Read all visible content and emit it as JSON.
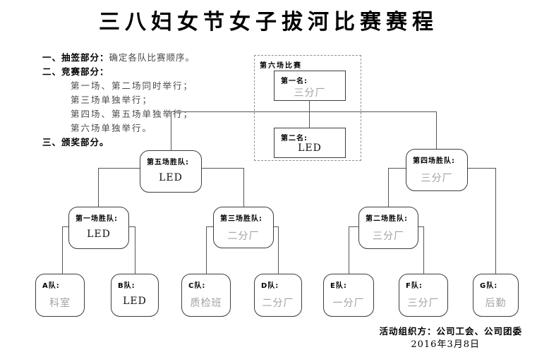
{
  "title": "三八妇女节女子拔河比赛赛程",
  "instructions": {
    "item1": {
      "label": "一、抽签部分：",
      "text": "确定各队比赛顺序。"
    },
    "item2": {
      "label": "二、竞赛部分："
    },
    "sublines": [
      "第一场、第二场同时举行；",
      "第三场单独举行；",
      "第四场、第五场单独举行；",
      "第六场单独举行。"
    ],
    "item3": {
      "label": "三、颁奖部分。"
    }
  },
  "final_match": {
    "container_label": "第六场比赛",
    "first_place": {
      "label": "第一名:",
      "value": "三分厂",
      "value_color": "#a2a2a2"
    },
    "second_place": {
      "label": "第二名:",
      "value": "LED",
      "value_color": "#111111"
    }
  },
  "matches": {
    "match5": {
      "label": "第五场胜队:",
      "value": "LED",
      "value_color": "#111111"
    },
    "match4": {
      "label": "第四场胜队:",
      "value": "三分厂",
      "value_color": "#a2a2a2"
    },
    "match1": {
      "label": "第一场胜队:",
      "value": "LED",
      "value_color": "#111111"
    },
    "match3": {
      "label": "第三场胜队:",
      "value": "二分厂",
      "value_color": "#a2a2a2"
    },
    "match2": {
      "label": "第二场胜队:",
      "value": "三分厂",
      "value_color": "#a2a2a2"
    }
  },
  "teams": [
    {
      "label": "A队:",
      "value": "科室",
      "value_color": "#a2a2a2"
    },
    {
      "label": "B队:",
      "value": "LED",
      "value_color": "#111111"
    },
    {
      "label": "C队:",
      "value": "质检班",
      "value_color": "#a2a2a2"
    },
    {
      "label": "D队:",
      "value": "二分厂",
      "value_color": "#a2a2a2"
    },
    {
      "label": "E队:",
      "value": "一分厂",
      "value_color": "#a2a2a2"
    },
    {
      "label": "F队:",
      "value": "三分厂",
      "value_color": "#a2a2a2"
    },
    {
      "label": "G队:",
      "value": "后勤",
      "value_color": "#a2a2a2"
    }
  ],
  "footer": {
    "organizer_label": "活动组织方：",
    "organizer_value": "公司工会、公司团委",
    "date": "2016年3月8日"
  }
}
